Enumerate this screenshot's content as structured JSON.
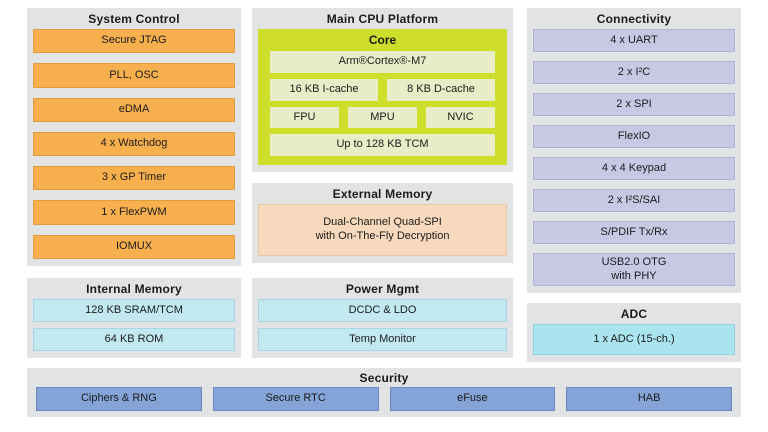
{
  "colors": {
    "panel": "#e2e3e4",
    "orange": "#f7b04d",
    "lime": "#cede2a",
    "pale_green": "#e8edc8",
    "lavender": "#c7c8e4",
    "cyan": "#c2e9f0",
    "cyan_bright": "#aae4ee",
    "peach": "#f8d9bd",
    "blue": "#84a3d6",
    "text": "#1b1b1b"
  },
  "panels": {
    "system_control": {
      "title": "System Control",
      "items": [
        "Secure JTAG",
        "PLL, OSC",
        "eDMA",
        "4 x Watchdog",
        "3 x GP Timer",
        "1 x FlexPWM",
        "IOMUX"
      ]
    },
    "main_cpu": {
      "title": "Main CPU Platform",
      "core_title": "Core",
      "cpu": "Arm®Cortex®-M7",
      "icache": "16 KB I-cache",
      "dcache": "8 KB D-cache",
      "fpu": "FPU",
      "mpu": "MPU",
      "nvic": "NVIC",
      "tcm": "Up to 128 KB TCM"
    },
    "external_memory": {
      "title": "External Memory",
      "block": "Dual-Channel Quad-SPI\nwith On-The-Fly Decryption"
    },
    "connectivity": {
      "title": "Connectivity",
      "items": [
        "4 x UART",
        "2 x I²C",
        "2 x SPI",
        "FlexIO",
        "4 x 4 Keypad",
        "2 x I²S/SAI",
        "S/PDIF Tx/Rx",
        "USB2.0 OTG\nwith PHY"
      ]
    },
    "internal_memory": {
      "title": "Internal Memory",
      "items": [
        "128 KB SRAM/TCM",
        "64 KB ROM"
      ]
    },
    "power_mgmt": {
      "title": "Power Mgmt",
      "items": [
        "DCDC & LDO",
        "Temp Monitor"
      ]
    },
    "adc": {
      "title": "ADC",
      "block": "1 x ADC (15-ch.)"
    },
    "security": {
      "title": "Security",
      "items": [
        "Ciphers & RNG",
        "Secure RTC",
        "eFuse",
        "HAB"
      ]
    }
  }
}
